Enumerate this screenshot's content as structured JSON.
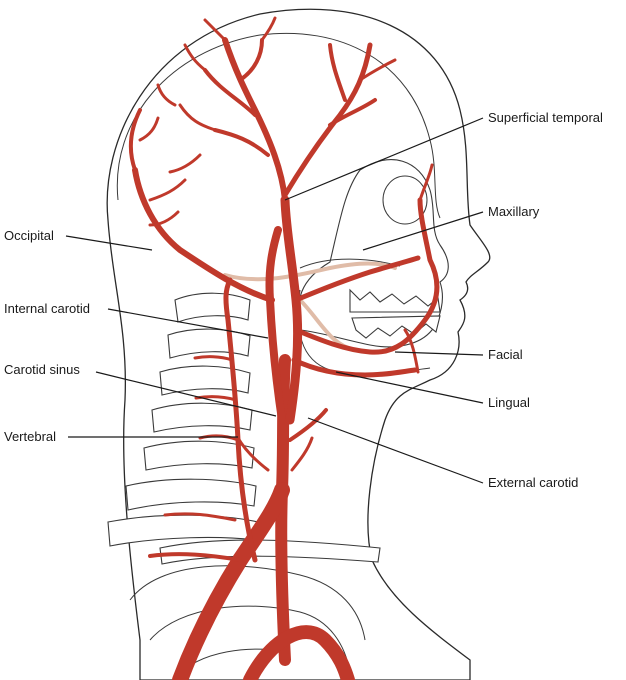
{
  "labels": {
    "superficial_temporal": "Superficial temporal",
    "maxillary": "Maxillary",
    "occipital": "Occipital",
    "internal_carotid": "Internal carotid",
    "facial": "Facial",
    "carotid_sinus": "Carotid sinus",
    "lingual": "Lingual",
    "vertebral": "Vertebral",
    "external_carotid": "External carotid"
  },
  "colors": {
    "artery": "#c0392b",
    "outline": "#2a2a2a",
    "background": "#ffffff"
  }
}
